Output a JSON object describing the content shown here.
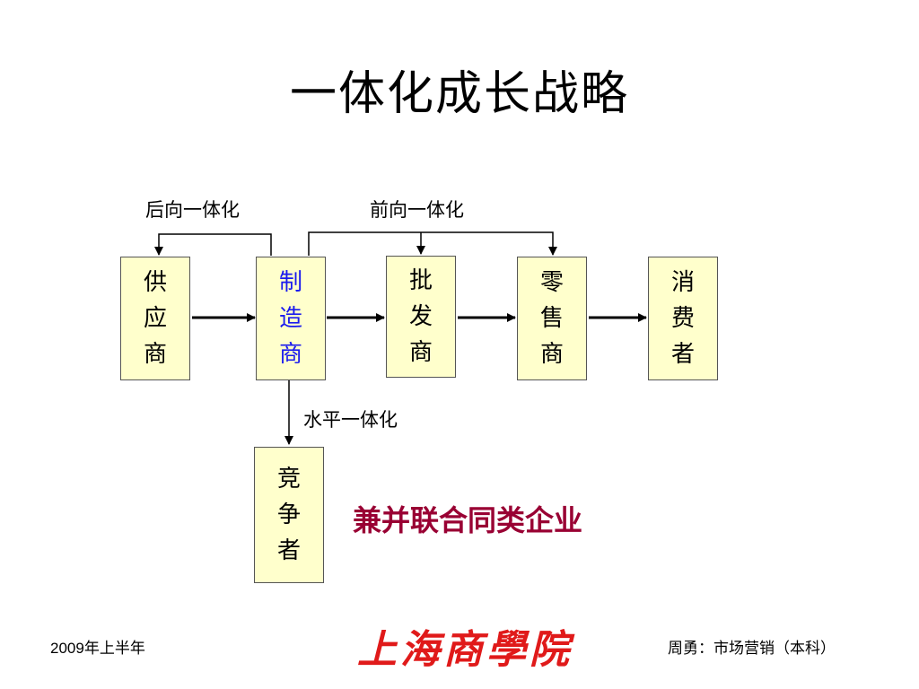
{
  "slide": {
    "title": "一体化成长战略"
  },
  "diagram": {
    "nodes": {
      "supplier": [
        "供",
        "应",
        "商"
      ],
      "manufacturer": [
        "制",
        "造",
        "商"
      ],
      "wholesaler": [
        "批",
        "发",
        "商"
      ],
      "retailer": [
        "零",
        "售",
        "商"
      ],
      "consumer": [
        "消",
        "费",
        "者"
      ],
      "competitor": [
        "竞",
        "争",
        "者"
      ]
    },
    "labels": {
      "backward": "后向一体化",
      "forward": "前向一体化",
      "horizontal": "水平一体化"
    },
    "slogan": "兼并联合同类企业",
    "colors": {
      "box_fill": "#ffffcc",
      "highlight_text": "#1a1aee",
      "slogan_text": "#990033",
      "logo_text": "#e01a1a"
    }
  },
  "footer": {
    "left": "2009年上半年",
    "logo": "上海商學院",
    "right": "周勇：市场营销（本科）"
  }
}
